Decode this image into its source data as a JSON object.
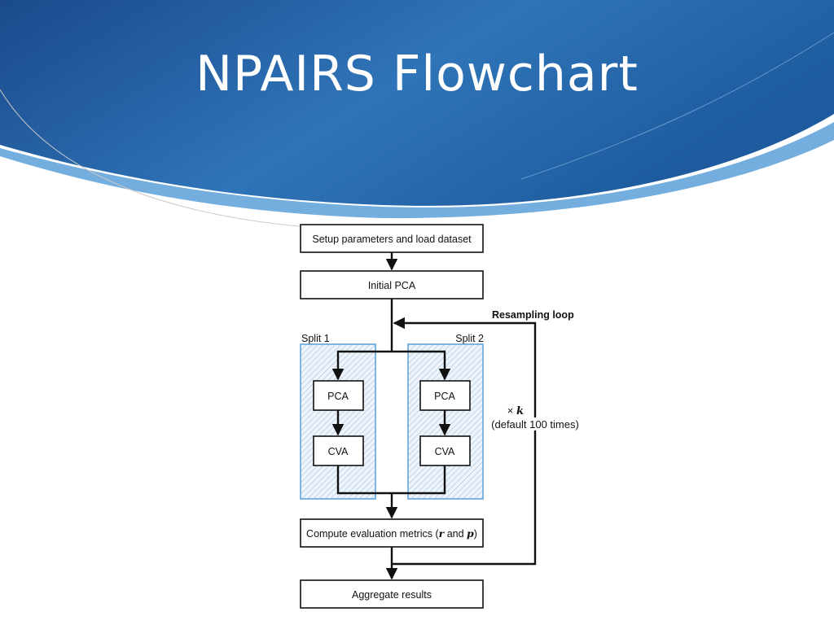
{
  "slide": {
    "title": "NPAIRS Flowchart"
  },
  "colors": {
    "header_dark": "#1a4a8c",
    "header_light": "#3e8fd0",
    "split_border": "#7fb3e0",
    "hatch": "#a9c8e6"
  },
  "flowchart": {
    "steps": {
      "setup": "Setup parameters and load dataset",
      "initial_pca": "Initial PCA",
      "aggregate": "Aggregate results"
    },
    "metrics": {
      "prefix": "Compute evaluation metrics (",
      "r": "r",
      "and": " and ",
      "p": "p",
      "suffix": ")"
    },
    "splits": [
      {
        "label": "Split 1",
        "pca": "PCA",
        "cva": "CVA"
      },
      {
        "label": "Split 2",
        "pca": "PCA",
        "cva": "CVA"
      }
    ],
    "loop": {
      "label": "Resampling loop",
      "times_symbol": "× ",
      "k": "k",
      "default": "(default 100 times)"
    }
  }
}
